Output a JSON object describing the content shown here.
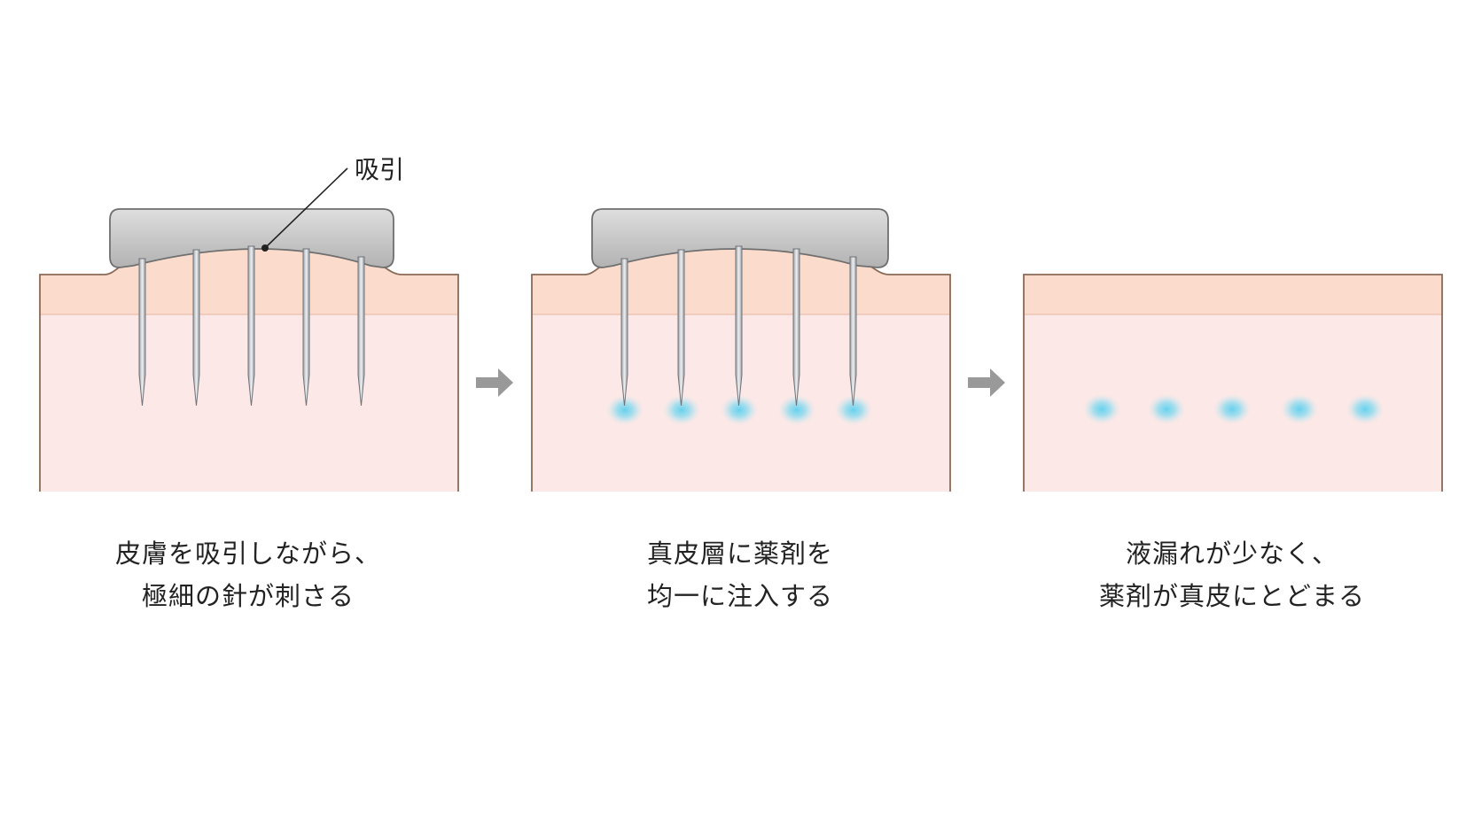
{
  "callout_label": "吸引",
  "panels": [
    {
      "caption_lines": [
        "皮膚を吸引しながら、",
        "極細の針が刺さる"
      ]
    },
    {
      "caption_lines": [
        "真皮層に薬剤を",
        "均一に注入する"
      ]
    },
    {
      "caption_lines": [
        "液漏れが少なく、",
        "薬剤が真皮にとどまる"
      ]
    }
  ],
  "colors": {
    "epidermis": "#fbdccc",
    "dermis": "#fce8e6",
    "skin_outline": "#8a6a56",
    "device": "#c8c8c8",
    "needle": "#b9bcc0",
    "drug_dot": "#4ec8e8",
    "arrow": "#999999"
  },
  "icons": [
    "suction-device-icon",
    "needle-icon",
    "arrow-right-icon"
  ]
}
